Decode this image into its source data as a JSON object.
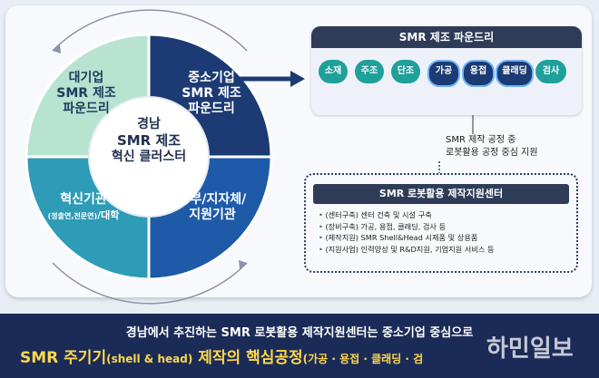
{
  "cluster": {
    "center": [
      "경남",
      "SMR 제조",
      "혁신 클러스터"
    ],
    "q_tl": [
      "대기업",
      "SMR 제조",
      "파운드리"
    ],
    "q_tr": [
      "중소기업",
      "SMR 제조",
      "파운드리"
    ],
    "q_bl_line1": "혁신기관",
    "q_bl_sub1": "(정출연",
    "q_bl_sub2": "전문연",
    "q_bl_suffix": "/대학",
    "q_br": [
      "정부/지자체/",
      "지원기관"
    ]
  },
  "foundry": {
    "title": "SMR 제조 파운드리",
    "nodes": [
      "소재",
      "주조",
      "단조",
      "가공",
      "용접",
      "클래딩",
      "검사"
    ]
  },
  "note": [
    "SMR 제작 공정 중",
    "로봇활용 공정 중심 지원"
  ],
  "center_box": {
    "title": "SMR 로봇활용 제작지원센터",
    "items": [
      "(센터구축) 센터 건축 및 시설 구축",
      "(장비구축) 가공, 용접, 클래딩, 검사 등",
      "(제작지원) SMR Shell&Head 시제품 및 상용품",
      "(지원사업) 인력양성 및 R&D지원, 기업지원 서비스 등"
    ]
  },
  "banner": {
    "line1": "경남에서 추진하는 SMR 로봇활용 제작지원센터는 중소기업 중심으로",
    "line2_main": "SMR 주기기",
    "line2_paren": "(shell & head)",
    "line2_rest": " 제작의 핵심공정",
    "line2_tail": "(가공 · 용접 · 클래딩 · 검"
  },
  "watermark": "하민일보",
  "colors": {
    "q_tl": "#b7e3d0",
    "q_tr": "#1c3a73",
    "q_bl": "#2e9bb7",
    "q_br": "#1e5aa8",
    "node_light": "#1fa09b",
    "node_dark": "#1c3a73",
    "banner": "#1b2b57",
    "highlight": "#ffd84a"
  }
}
